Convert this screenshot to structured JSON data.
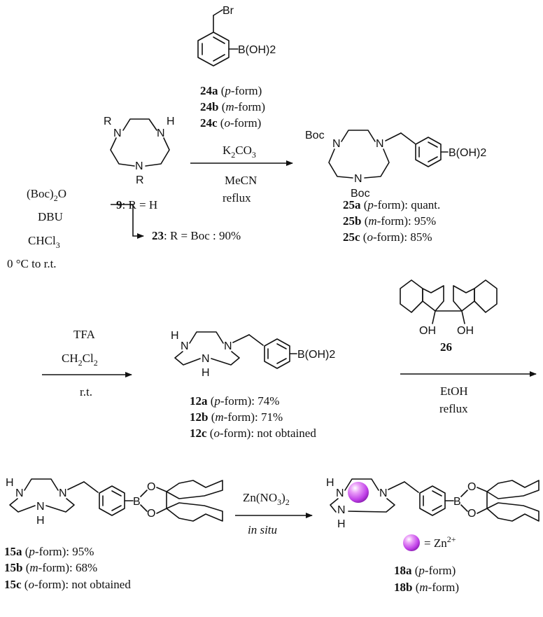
{
  "step1": {
    "reagent_labels": [
      "24a",
      "24b",
      "24c"
    ],
    "reagent_forms": [
      "p",
      "m",
      "o"
    ],
    "conditions": [
      "K2CO3",
      "MeCN",
      "reflux"
    ],
    "boc_conditions": [
      "(Boc)2O",
      "DBU",
      "CHCl3",
      "0 °C to r.t."
    ],
    "sm_label": "9",
    "sm_text": ": R = H",
    "boc_label": "23",
    "boc_text": ": R = Boc : 90%",
    "products": [
      {
        "label": "25a",
        "form": "p",
        "result": "quant."
      },
      {
        "label": "25b",
        "form": "m",
        "result": "95%"
      },
      {
        "label": "25c",
        "form": "o",
        "result": "85%"
      }
    ]
  },
  "step2": {
    "conditions": [
      "TFA",
      "CH2Cl2",
      "r.t."
    ],
    "products": [
      {
        "label": "12a",
        "form": "p",
        "result": "74%"
      },
      {
        "label": "12b",
        "form": "m",
        "result": "71%"
      },
      {
        "label": "12c",
        "form": "o",
        "result": "not obtained"
      }
    ]
  },
  "step3": {
    "reagent_label": "26",
    "conditions": [
      "EtOH",
      "reflux"
    ]
  },
  "step4": {
    "conditions": [
      "Zn(NO3)2",
      "in situ"
    ],
    "sm_products": [
      {
        "label": "15a",
        "form": "p",
        "result": "95%"
      },
      {
        "label": "15b",
        "form": "m",
        "result": "68%"
      },
      {
        "label": "15c",
        "form": "o",
        "result": "not obtained"
      }
    ],
    "zn_legend": "= Zn2+",
    "products": [
      {
        "label": "18a",
        "form": "p"
      },
      {
        "label": "18b",
        "form": "m"
      }
    ]
  },
  "atoms": {
    "Br": "Br",
    "BOH2": "B(OH)2",
    "N": "N",
    "H": "H",
    "R": "R",
    "Boc": "Boc",
    "B": "B",
    "O": "O",
    "OH": "OH"
  },
  "colors": {
    "zn_sphere": "#c040e8",
    "ink": "#111111"
  }
}
